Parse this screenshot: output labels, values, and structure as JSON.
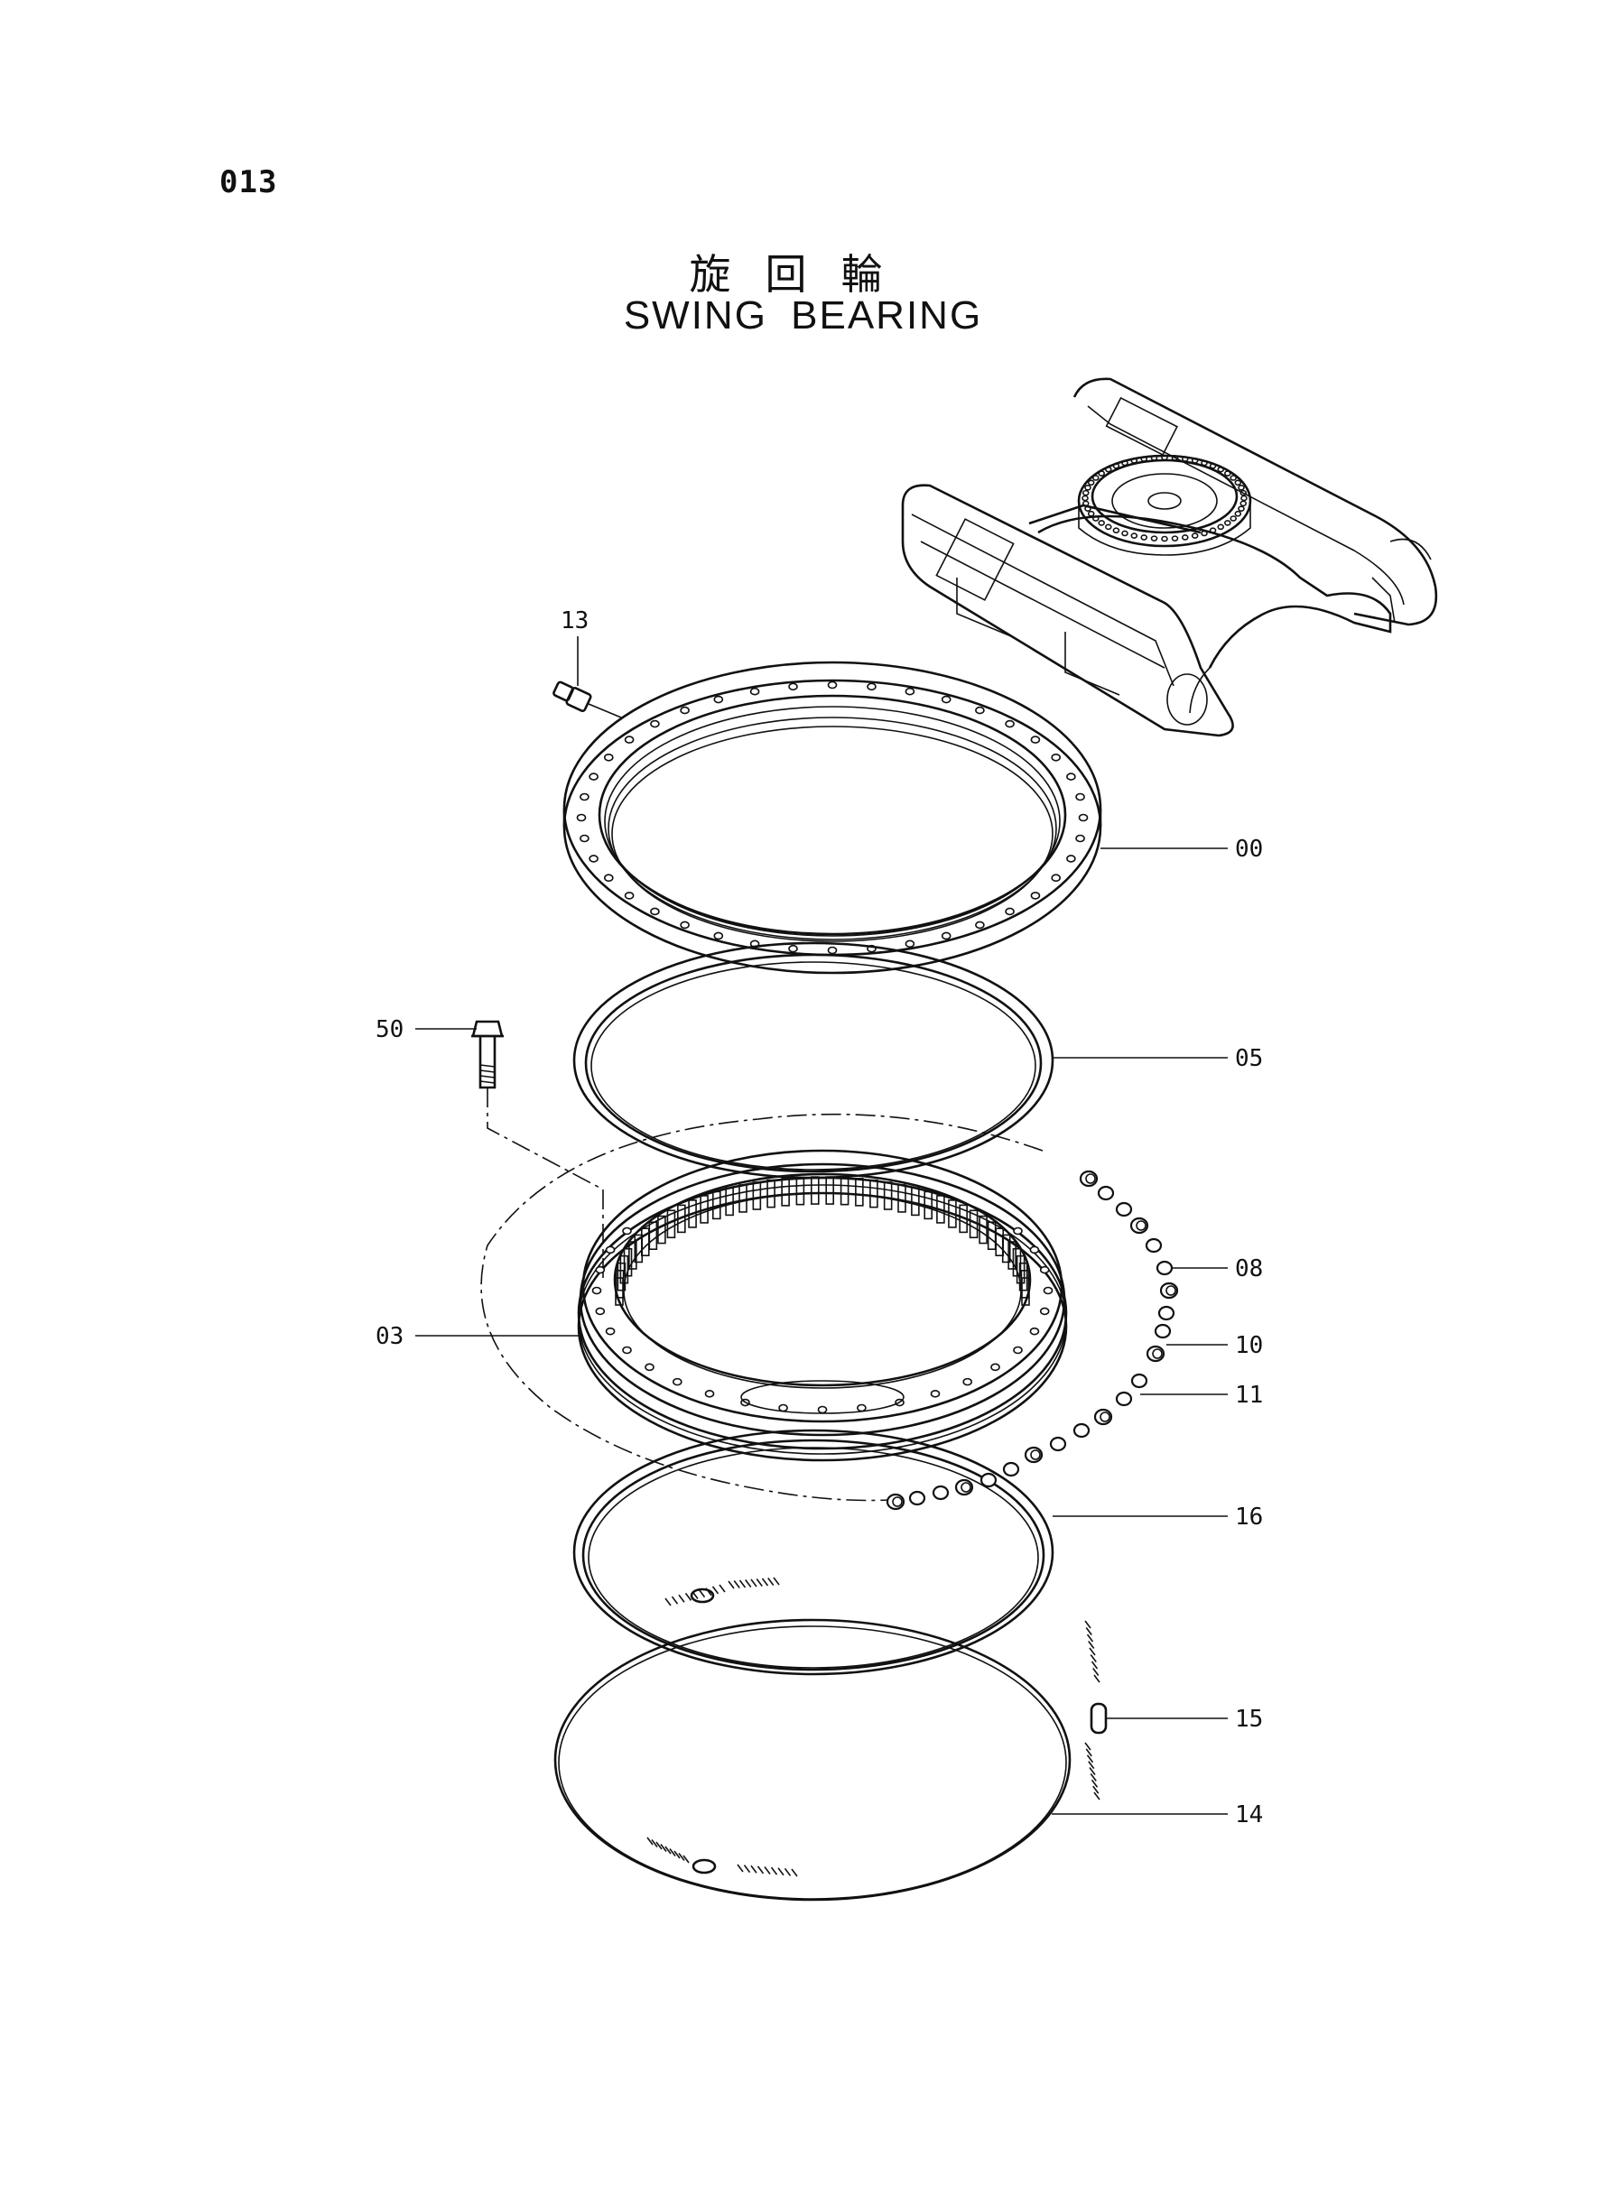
{
  "page": {
    "code": "013",
    "title_jp": "旋回輪",
    "title_en": "SWING BEARING"
  },
  "callouts": [
    {
      "id": "c13",
      "label": "13"
    },
    {
      "id": "c00",
      "label": "00"
    },
    {
      "id": "c50",
      "label": "50"
    },
    {
      "id": "c05",
      "label": "05"
    },
    {
      "id": "c08",
      "label": "08"
    },
    {
      "id": "c03",
      "label": "03"
    },
    {
      "id": "c10",
      "label": "10"
    },
    {
      "id": "c11",
      "label": "11"
    },
    {
      "id": "c16",
      "label": "16"
    },
    {
      "id": "c15",
      "label": "15"
    },
    {
      "id": "c14",
      "label": "14"
    }
  ],
  "colors": {
    "ink": "#111111",
    "paper": "#ffffff"
  }
}
